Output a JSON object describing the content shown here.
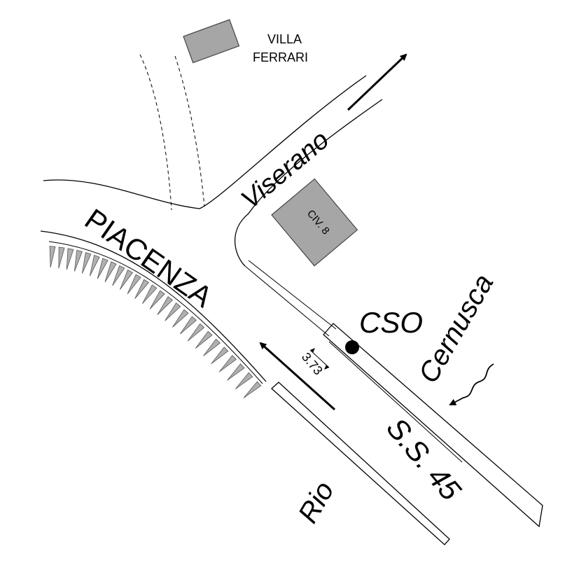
{
  "colors": {
    "building": "#a6a6a6",
    "ink": "#000000",
    "background": "#ffffff"
  },
  "labels": {
    "villa_line1": "VILLA",
    "villa_line2": "FERRARI",
    "viserano": "Viserano",
    "piacenza": "PIACENZA",
    "civ8": "CIV. 8",
    "cso": "CSO",
    "cernusca": "Cernusca",
    "distance": "3.73",
    "ss45": "S.S. 45",
    "rio": "Rio"
  },
  "icons": [
    "arrow-viserano-icon",
    "arrow-piacenza-icon",
    "arrow-cernusca-icon",
    "cso-point-icon",
    "embankment-hatching-icon"
  ]
}
